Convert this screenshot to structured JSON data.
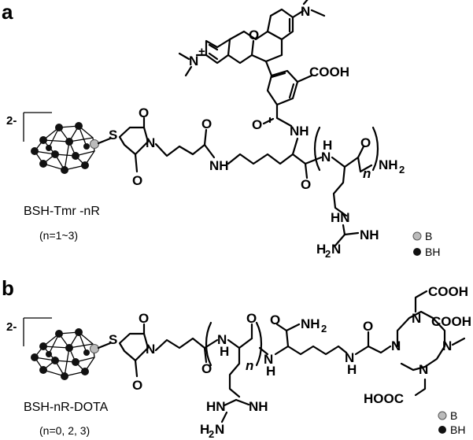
{
  "panel_a": {
    "letter": "a",
    "charge": "2-",
    "compound": "BSH-Tmr -nR",
    "range": "(n=1~3)",
    "legend_b": "B",
    "legend_bh": "BH",
    "atoms": {
      "S": "S",
      "N_mal": "N",
      "O_mal_top": "O",
      "O_mal_bot": "O",
      "O_amide1": "O",
      "NH_1": "NH",
      "NH_2": "NH",
      "O_amide2": "O",
      "O_tmr": "O",
      "N_plus": "N",
      "N_plus_sign": "+",
      "N_dimethyl": "N",
      "O_xanthene": "O",
      "COOH": "COOH",
      "NH_arg": "H",
      "N_arg": "N",
      "O_arg": "O",
      "n": "n",
      "NH2": "NH",
      "NH2_sub": "2",
      "HN_gua": "HN",
      "NH_gua": "NH",
      "H2N_gua": "H",
      "H2N_gua_sub": "2",
      "H2N_gua_N": "N"
    }
  },
  "panel_b": {
    "letter": "b",
    "charge": "2-",
    "compound": "BSH-nR-DOTA",
    "range": "(n=0, 2, 3)",
    "legend_b": "B",
    "legend_bh": "BH",
    "atoms": {
      "S": "S",
      "N_mal": "N",
      "O_mal_top": "O",
      "O_mal_bot": "O",
      "O_c": "O",
      "N_arg": "N",
      "H_arg": "H",
      "O_arg": "O",
      "n": "n",
      "NH_1": "N",
      "NH_1_H": "H",
      "O_lys": "O",
      "NH2": "NH",
      "NH2_sub": "2",
      "NH_2": "N",
      "NH_2_H": "H",
      "O_gly": "O",
      "N_ring1": "N",
      "N_ring2": "N",
      "N_ring3": "N",
      "N_ring4": "N",
      "COOH_1": "COOH",
      "COOH_2": "COOH",
      "HOOC": "HOOC",
      "HN_gua": "HN",
      "NH_gua": "NH",
      "H2N_gua": "H",
      "H2N_gua_sub": "2",
      "H2N_gua_N": "N"
    }
  }
}
